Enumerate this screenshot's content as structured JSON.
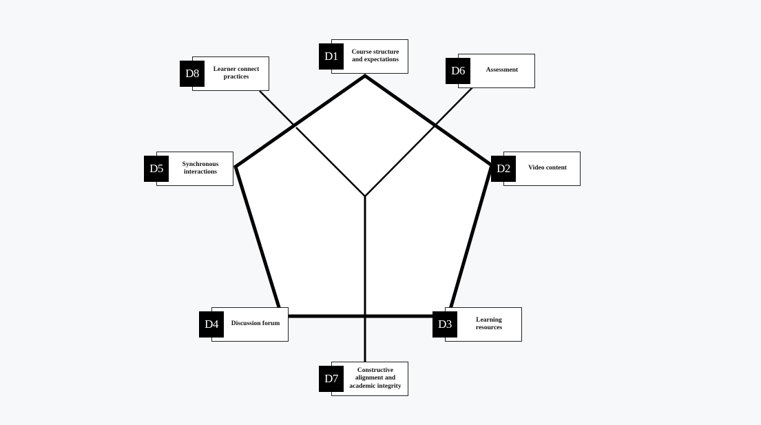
{
  "diagram": {
    "colors": {
      "background": "#f7f8fa",
      "pentagon_fill": "#ffffff",
      "stroke": "#000000",
      "tag_background": "#000000",
      "tag_text": "#ffffff"
    },
    "nodes": [
      {
        "id": "D1",
        "label": "Course structure\nand expectations"
      },
      {
        "id": "D2",
        "label": "Video content"
      },
      {
        "id": "D3",
        "label": "Learning\nresources"
      },
      {
        "id": "D4",
        "label": "Discussion forum"
      },
      {
        "id": "D5",
        "label": "Synchronous\ninteractions"
      },
      {
        "id": "D6",
        "label": "Assessment"
      },
      {
        "id": "D7",
        "label": "Constructive\nalignment and\nacademic integrity"
      },
      {
        "id": "D8",
        "label": "Learner connect\npractices"
      }
    ],
    "pentagon_vertices": [
      "D1",
      "D2",
      "D3",
      "D4",
      "D5"
    ],
    "spokes_to_center": [
      "D6",
      "D7",
      "D8"
    ]
  }
}
